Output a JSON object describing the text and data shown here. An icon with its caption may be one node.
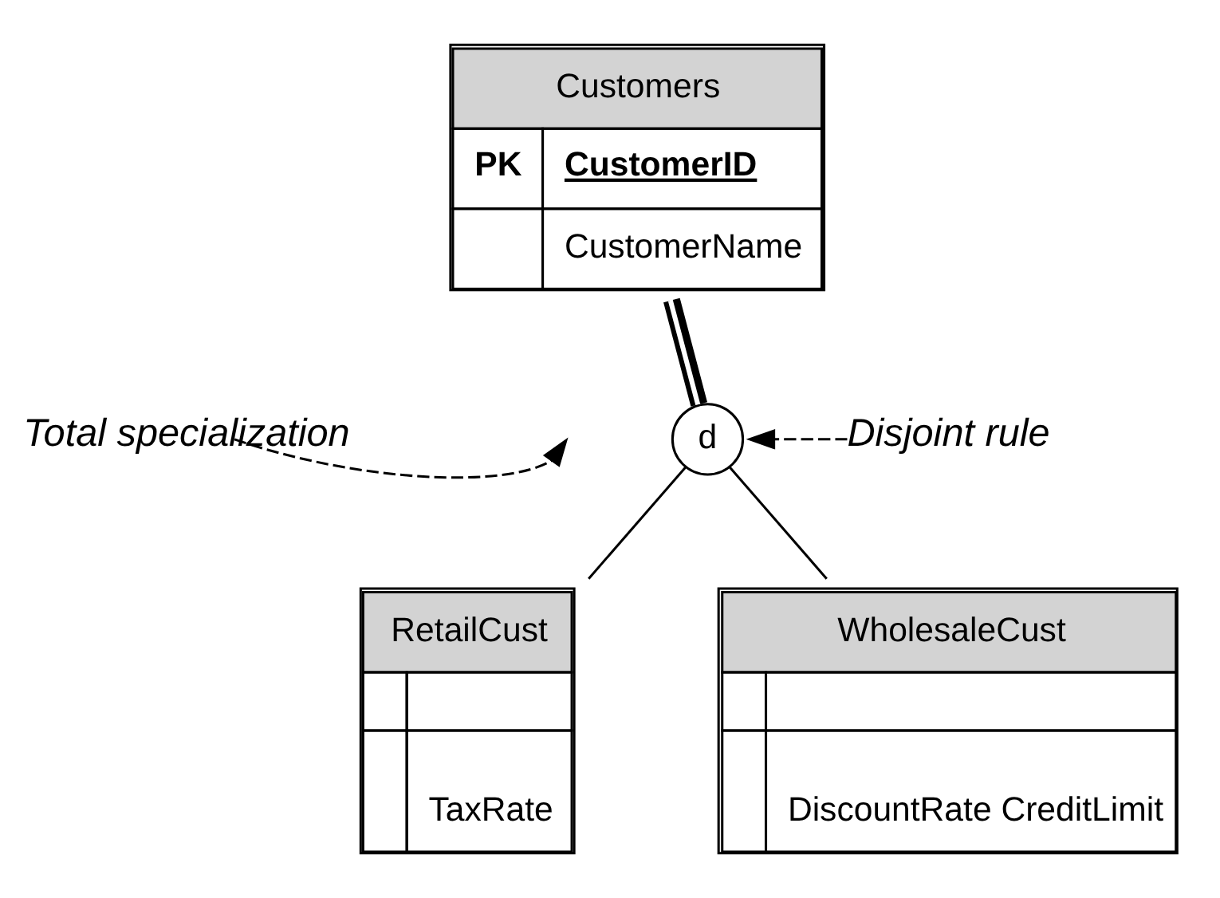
{
  "diagram": {
    "nodes": [
      {
        "text": [
          "Customers",
          "PK",
          "CustomerID",
          "CustomerName"
        ]
      },
      {
        "text": [
          "d"
        ]
      },
      {
        "text": [
          "RetailCust",
          "TaxRate"
        ]
      },
      {
        "text": [
          "WholesaleCust",
          "DiscountRate CreditLimit"
        ]
      },
      {
        "text": [
          "Total specialization"
        ]
      },
      {
        "text": [
          "Disjoint rule"
        ]
      }
    ],
    "edges": [
      {
        "from": 0,
        "to": 1,
        "arrow": "none",
        "style": "thick"
      },
      {
        "from": 1,
        "to": 2,
        "arrow": "none"
      },
      {
        "from": 1,
        "to": 3,
        "arrow": "none"
      },
      {
        "from": 4,
        "to": null,
        "arrow": "to",
        "style": "dashed"
      },
      {
        "from": 5,
        "to": 1,
        "arrow": "to",
        "style": "dashed"
      }
    ]
  }
}
